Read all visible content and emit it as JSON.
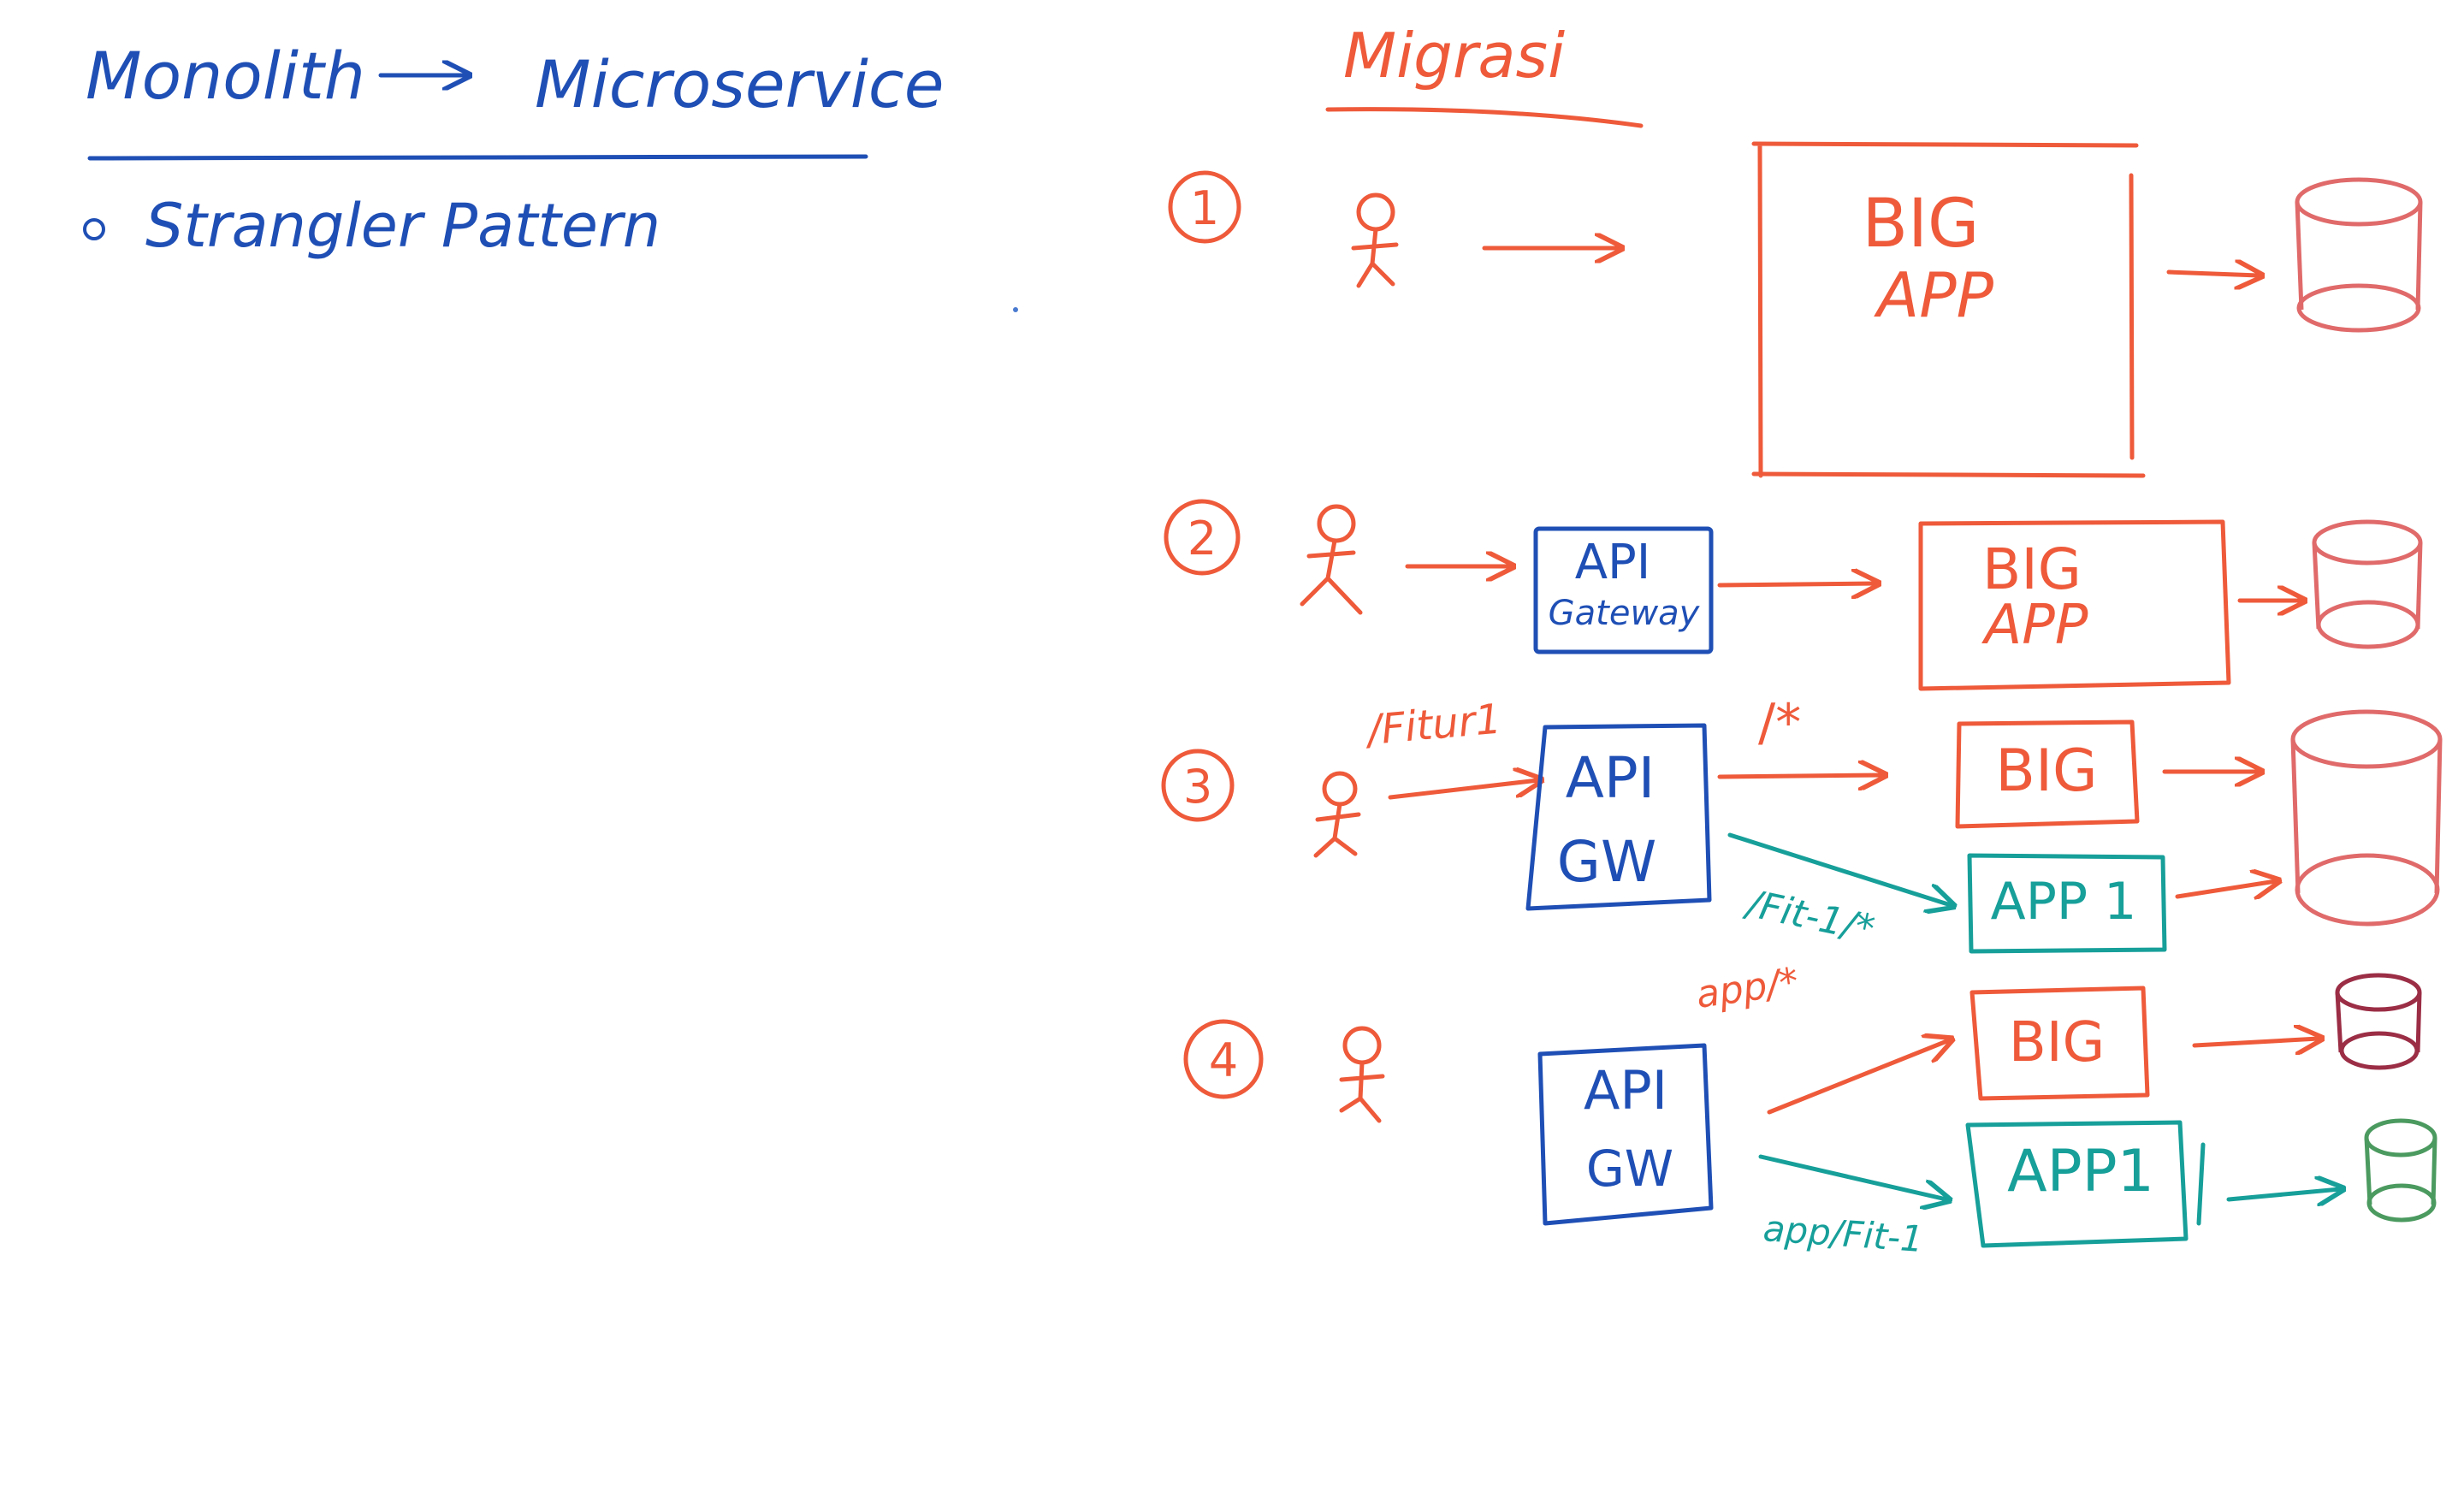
{
  "colors": {
    "blue": "#1f4fb5",
    "red": "#ee5a3a",
    "teal": "#179f9a",
    "rose": "#e06a6a",
    "maroon": "#9b2d45",
    "green": "#4b9a5f"
  },
  "left": {
    "title_from": "Monolith",
    "title_to": "Microservice",
    "bullet": "Strangler Pattern"
  },
  "right": {
    "heading": "Migrasi"
  },
  "step1": {
    "number": "1",
    "app_line1": "BIG",
    "app_line2": "APP"
  },
  "step2": {
    "number": "2",
    "gateway_line1": "API",
    "gateway_line2": "Gateway",
    "app_line1": "BIG",
    "app_line2": "APP"
  },
  "step3": {
    "number": "3",
    "route_fitur": "/Fitur1",
    "gw_line1": "API",
    "gw_line2": "GW",
    "route_all": "/*",
    "route_fit": "/Fit-1/*",
    "big": "BIG",
    "app1": "APP 1"
  },
  "step4": {
    "number": "4",
    "gw_line1": "API",
    "gw_line2": "GW",
    "route_app_all": "app/*",
    "route_app_fit": "app/Fit-1",
    "big": "BIG",
    "app1": "APP1"
  }
}
